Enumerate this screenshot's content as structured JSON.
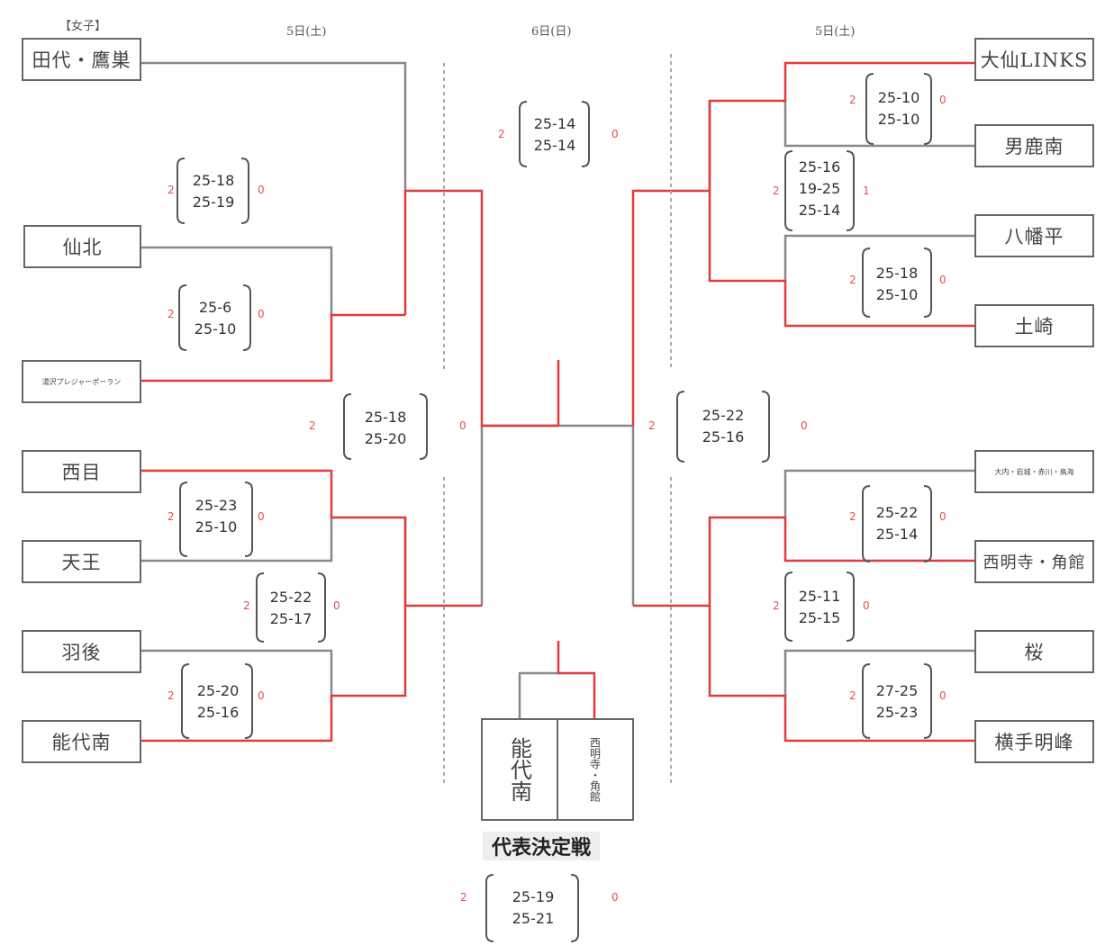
{
  "header": {
    "category": "【女子】",
    "day_left": "5日(土)",
    "day_center": "6日(日)",
    "day_right": "5日(土)"
  },
  "teams": {
    "l1": "田代・鷹巣",
    "l2": "仙北",
    "l3": "湯沢プレジャーポーラン",
    "l4": "西目",
    "l5": "天王",
    "l6": "羽後",
    "l7": "能代南",
    "r1": "大仙LINKS",
    "r2": "男鹿南",
    "r3": "八幡平",
    "r4": "土崎",
    "r5": "大内・岩城・赤川・鳥海",
    "r6": "西明寺・角館",
    "r7": "桜",
    "r8": "横手明峰"
  },
  "scores": {
    "m_l1": {
      "sets": [
        "25-18",
        "25-19"
      ],
      "w": "2",
      "l": "0"
    },
    "m_l2": {
      "sets": [
        "25-6",
        "25-10"
      ],
      "w": "2",
      "l": "0"
    },
    "m_l3": {
      "sets": [
        "25-18",
        "25-20"
      ],
      "w": "2",
      "l": "0"
    },
    "m_l4": {
      "sets": [
        "25-23",
        "25-10"
      ],
      "w": "2",
      "l": "0"
    },
    "m_l5": {
      "sets": [
        "25-22",
        "25-17"
      ],
      "w": "2",
      "l": "0"
    },
    "m_l6": {
      "sets": [
        "25-20",
        "25-16"
      ],
      "w": "2",
      "l": "0"
    },
    "m_final": {
      "sets": [
        "25-14",
        "25-14"
      ],
      "w": "2",
      "l": "0"
    },
    "m_r1": {
      "sets": [
        "25-10",
        "25-10"
      ],
      "w": "2",
      "l": "0"
    },
    "m_r2": {
      "sets": [
        "25-16",
        "19-25",
        "25-14"
      ],
      "w": "2",
      "l": "1"
    },
    "m_r3": {
      "sets": [
        "25-18",
        "25-10"
      ],
      "w": "2",
      "l": "0"
    },
    "m_r4": {
      "sets": [
        "25-22",
        "25-16"
      ],
      "w": "2",
      "l": "0"
    },
    "m_r5": {
      "sets": [
        "25-22",
        "25-14"
      ],
      "w": "2",
      "l": "0"
    },
    "m_r6": {
      "sets": [
        "25-11",
        "25-15"
      ],
      "w": "2",
      "l": "0"
    },
    "m_r7": {
      "sets": [
        "27-25",
        "25-23"
      ],
      "w": "2",
      "l": "0"
    },
    "m_rep": {
      "sets": [
        "25-19",
        "25-21"
      ],
      "w": "2",
      "l": "0"
    }
  },
  "playoff": {
    "team_a": "能代南",
    "team_b": "西明寺・角館",
    "title": "代表決定戦"
  },
  "colors": {
    "win_line": "#e03a3a",
    "line": "#777777"
  }
}
